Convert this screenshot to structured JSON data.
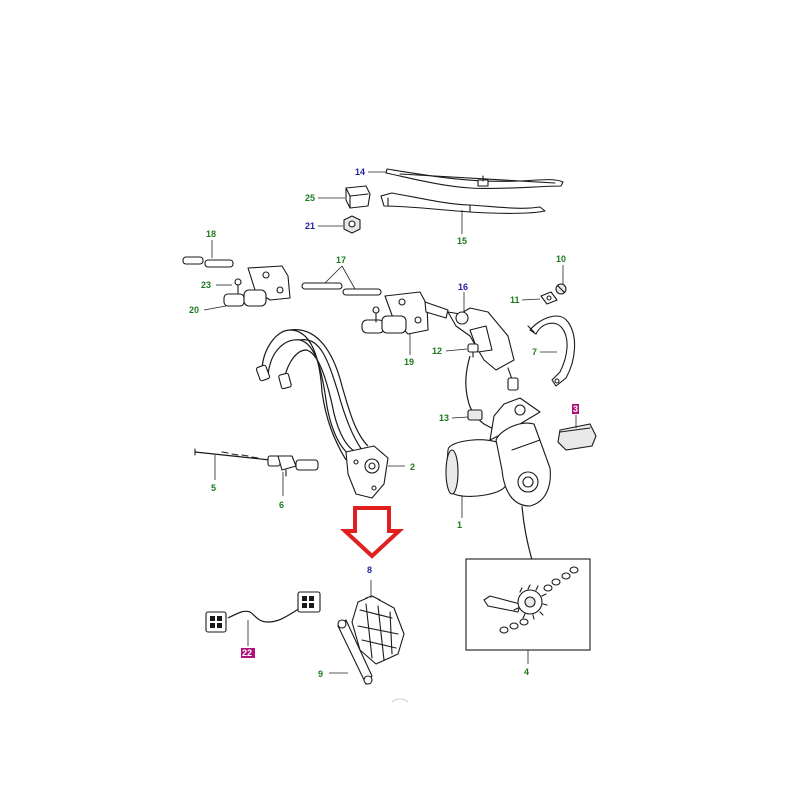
{
  "diagram": {
    "colors": {
      "label_green": "#1d7a1d",
      "label_blue": "#1f1f9f",
      "label_magenta": "#8a1050",
      "badge_magenta": "#b0107a",
      "arrow_red": "#e02020",
      "line": "#1a1a1a"
    },
    "callouts": {
      "c14": "14",
      "c25": "25",
      "c21": "21",
      "c15": "15",
      "c18": "18",
      "c17": "17",
      "c16": "16",
      "c10": "10",
      "c11": "11",
      "c23": "23",
      "c20": "20",
      "c12": "12",
      "c19": "19",
      "c7": "7",
      "c13": "13",
      "c3": "3",
      "c2": "2",
      "c5": "5",
      "c6": "6",
      "c1": "1",
      "c8": "8",
      "c4": "4",
      "c9": "9",
      "c22": "22"
    },
    "highlight_arrow": "down-arrow-icon"
  }
}
